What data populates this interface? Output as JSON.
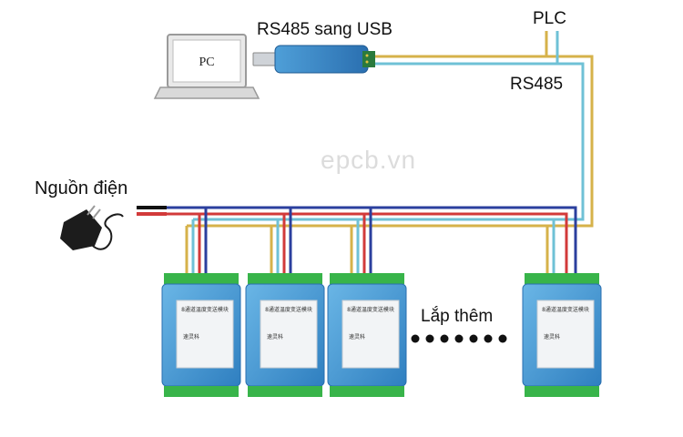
{
  "labels": {
    "usb_converter": "RS485 sang USB",
    "plc": "PLC",
    "rs485": "RS485",
    "power_source": "Nguồn điện",
    "add_more": "Lắp thêm",
    "watermark": "epcb.vn"
  },
  "pc": {
    "screen_text": "PC"
  },
  "modules": [
    {
      "title": "8通道温度变送模块",
      "brand": "速灵科"
    },
    {
      "title": "8通道温度变送模块",
      "brand": "速灵科"
    },
    {
      "title": "8通道温度变送模块",
      "brand": "速灵科"
    },
    {
      "title": "8通道温度变送模块",
      "brand": "速灵科"
    }
  ],
  "colors": {
    "bus_a": "#d6b24a",
    "bus_b": "#6fc1d6",
    "power_pos": "#d23a3a",
    "power_neg": "#2b3f9e",
    "module_body": "#3f8fcf",
    "terminal": "#38b44a"
  }
}
